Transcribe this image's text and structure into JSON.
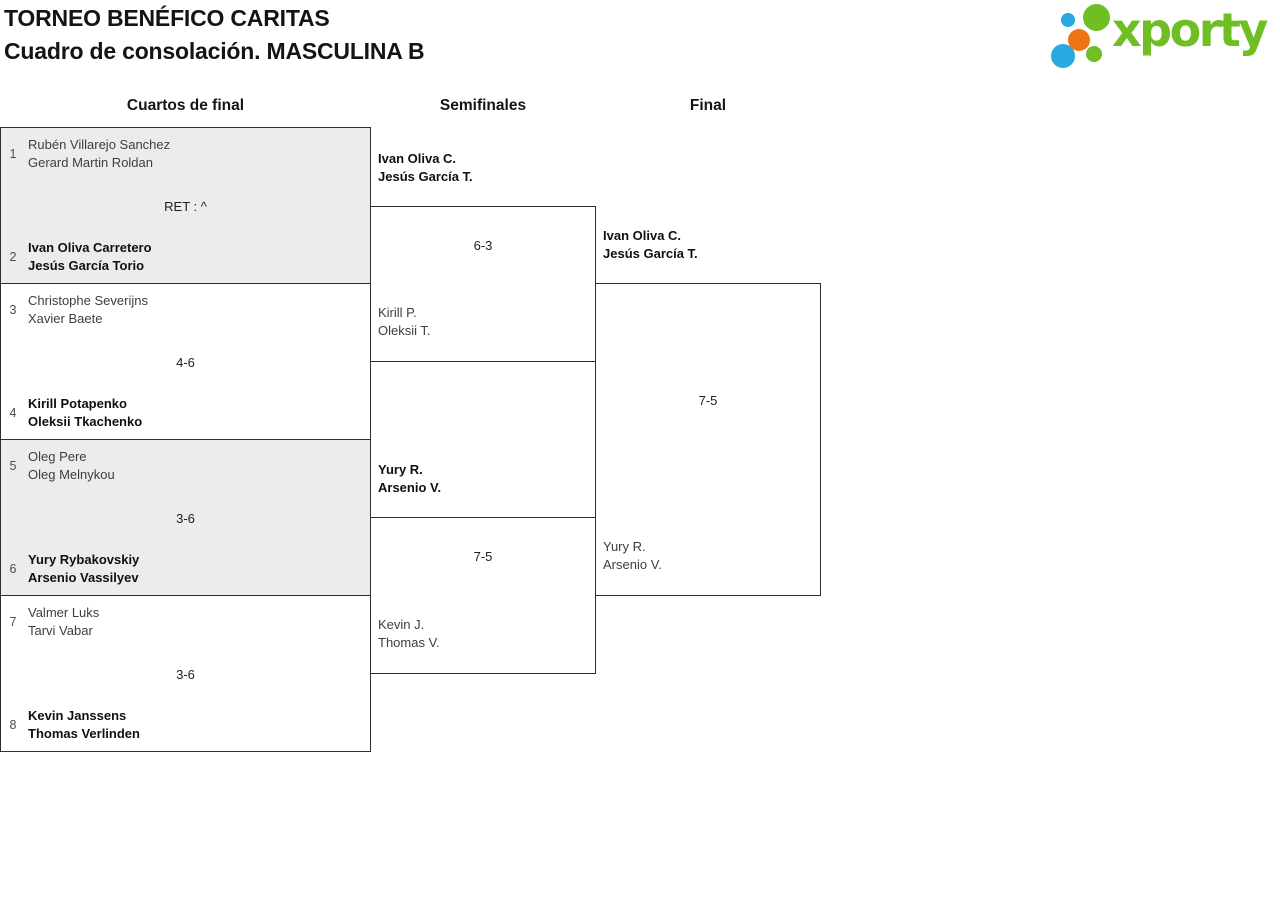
{
  "header": {
    "title_line1": "TORNEO BENÉFICO CARITAS",
    "title_line2": "Cuadro de consolación. MASCULINA B",
    "logo_text": "xporty"
  },
  "columns": [
    "Cuartos de final",
    "Semifinales",
    "Final"
  ],
  "colors": {
    "brand_green": "#6fbe23",
    "brand_blue": "#29a9e0",
    "brand_orange": "#ec7512",
    "match_gray_fill": "#ececec",
    "border": "#2e2e2e"
  },
  "bracket": {
    "quarterfinals": [
      {
        "seed_top": "1",
        "top1": "Rubén Villarejo Sanchez",
        "top2": "Gerard Martin Roldan",
        "score": "RET : ^",
        "seed_bottom": "2",
        "bottom1": "Ivan Oliva Carretero",
        "bottom2": "Jesús García Torio"
      },
      {
        "seed_top": "3",
        "top1": "Christophe Severijns",
        "top2": "Xavier Baete",
        "score": "4-6",
        "seed_bottom": "4",
        "bottom1": "Kirill Potapenko",
        "bottom2": "Oleksii Tkachenko"
      },
      {
        "seed_top": "5",
        "top1": "Oleg Pere",
        "top2": "Oleg Melnykou",
        "score": "3-6",
        "seed_bottom": "6",
        "bottom1": "Yury Rybakovskiy",
        "bottom2": "Arsenio Vassilyev"
      },
      {
        "seed_top": "7",
        "top1": "Valmer Luks",
        "top2": "Tarvi Vabar",
        "score": "3-6",
        "seed_bottom": "8",
        "bottom1": "Kevin Janssens",
        "bottom2": "Thomas Verlinden"
      }
    ],
    "semifinals": [
      {
        "top1": "Ivan Oliva C.",
        "top2": "Jesús García T.",
        "score": "6-3",
        "bottom1": "Kirill P.",
        "bottom2": "Oleksii T."
      },
      {
        "top1": "Yury R.",
        "top2": "Arsenio V.",
        "score": "7-5",
        "bottom1": "Kevin J.",
        "bottom2": "Thomas V."
      }
    ],
    "final": {
      "top1": "Ivan Oliva C.",
      "top2": "Jesús García T.",
      "score": "7-5",
      "bottom1": "Yury R.",
      "bottom2": "Arsenio V."
    }
  }
}
